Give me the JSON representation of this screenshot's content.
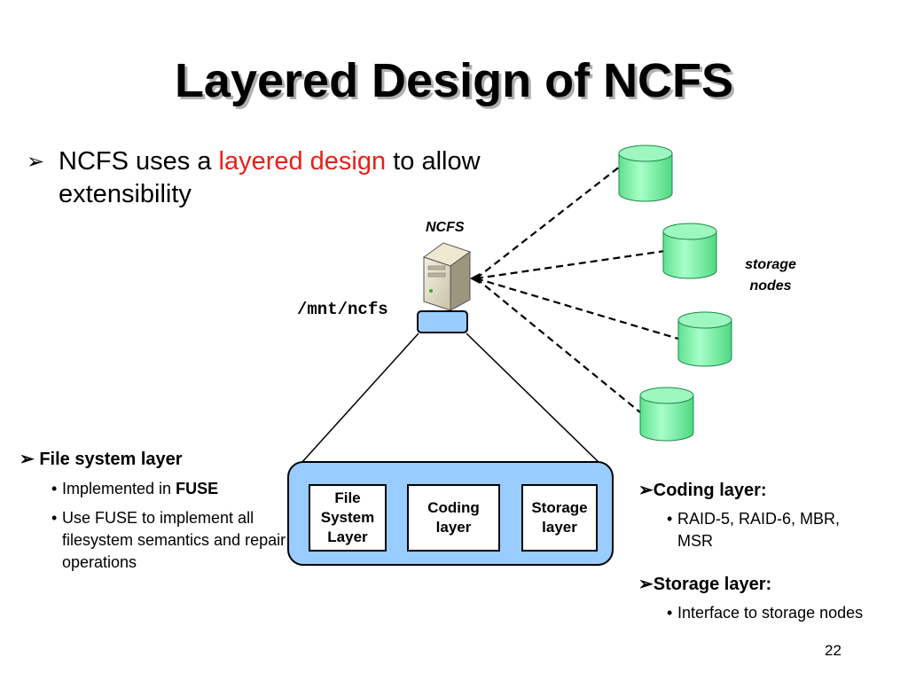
{
  "title": "Layered Design of NCFS",
  "main_bullet": {
    "prefix": "NCFS uses a ",
    "highlight": "layered design",
    "suffix": " to allow extensibility"
  },
  "diagram": {
    "ncfs_label": "NCFS",
    "mount_label": "/mnt/ncfs",
    "storage_label": "storage nodes",
    "storage_node_color": "#66ee99",
    "panel_color": "#99ccff",
    "layers": [
      "File\nSystem\nLayer",
      "Coding\nlayer",
      "Storage\nlayer"
    ]
  },
  "file_system_section": {
    "heading": "File system layer",
    "bullet1_prefix": "Implemented in ",
    "bullet1_bold": "FUSE",
    "bullet2": "Use FUSE to implement all filesystem semantics and repair operations"
  },
  "coding_section": {
    "heading": "Coding layer:",
    "bullet1": "RAID-5, RAID-6, MBR, MSR"
  },
  "storage_section": {
    "heading": "Storage layer:",
    "bullet1": "Interface to storage nodes"
  },
  "page_number": "22"
}
